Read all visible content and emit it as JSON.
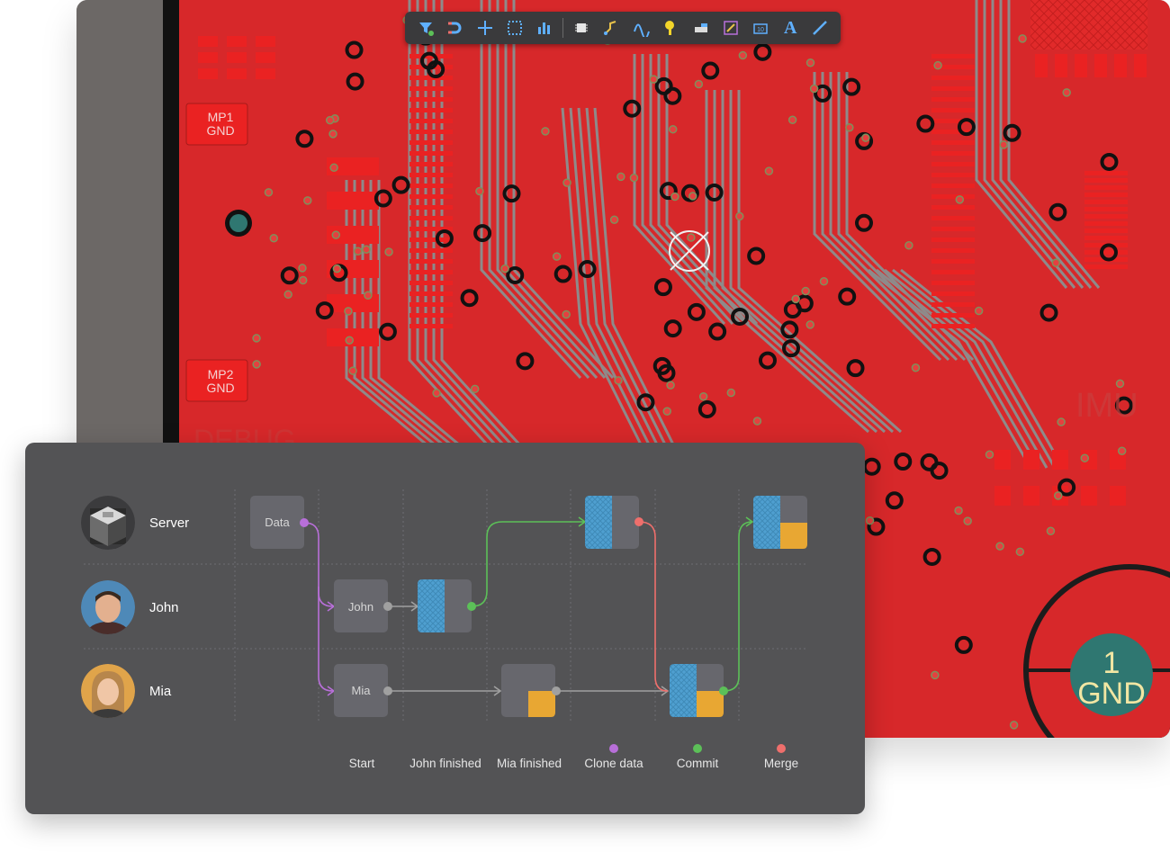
{
  "pcb": {
    "labels": {
      "mp1_line1": "MP1",
      "mp1_line2": "GND",
      "mp2_line1": "MP2",
      "mp2_line2": "GND",
      "gnd_num": "1",
      "gnd_text": "GND",
      "imu": "IMU",
      "debug": "DEBUG"
    },
    "colors": {
      "board": "#d7282a",
      "trace": "#8e8a8a",
      "pad": "#ea2222",
      "via_ring": "#111111",
      "gnd_pad": "#2f7771"
    }
  },
  "toolbar": {
    "icons": [
      "filter-icon",
      "magnet-icon",
      "crosshair-icon",
      "select-rect-icon",
      "bar-chart-icon",
      "chip-icon",
      "route-icon",
      "diff-pair-icon",
      "key-icon",
      "layer-icon",
      "edit-icon",
      "label-icon",
      "text-icon",
      "line-icon"
    ],
    "text_icon_glyph": "A"
  },
  "workflow": {
    "users": [
      {
        "name": "Server"
      },
      {
        "name": "John"
      },
      {
        "name": "Mia"
      }
    ],
    "nodes": {
      "data": "Data",
      "john": "John",
      "mia": "Mia"
    },
    "legend": [
      "Start",
      "John finished",
      "Mia finished",
      "Clone data",
      "Commit",
      "Merge"
    ],
    "colors": {
      "clone": "#b86fd9",
      "commit": "#5cc058",
      "merge": "#ef6f6c",
      "neutral": "#a0a0a0",
      "blue": "#4f9fd0",
      "orange": "#e8a733",
      "node_bg": "#67676d"
    }
  }
}
